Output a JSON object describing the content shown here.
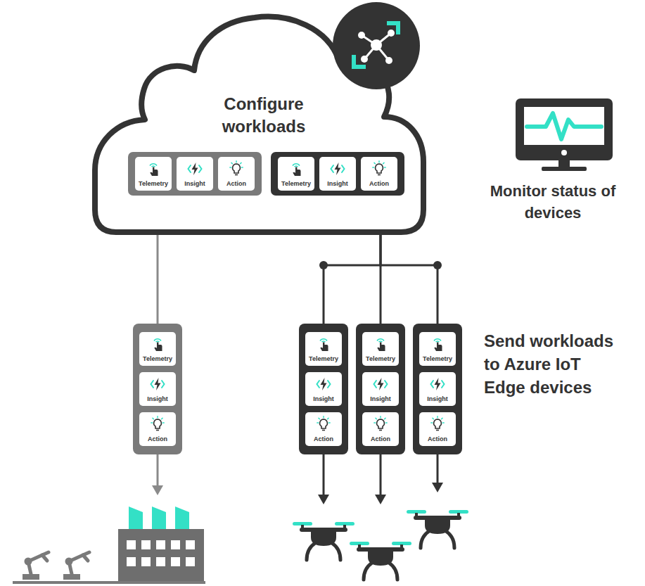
{
  "diagram": {
    "nodes": [
      {
        "text": [
          "Configure workloads"
        ]
      },
      {
        "text": [],
        "in": 0
      },
      {
        "text": [
          "Telemetry"
        ],
        "in": 1
      },
      {
        "text": [
          "Insight"
        ],
        "in": 1
      },
      {
        "text": [
          "Action"
        ],
        "in": 1
      },
      {
        "text": [],
        "in": 0
      },
      {
        "text": [
          "Telemetry"
        ],
        "in": 5
      },
      {
        "text": [
          "Insight"
        ],
        "in": 5
      },
      {
        "text": [
          "Action"
        ],
        "in": 5
      },
      {
        "text": []
      },
      {
        "text": [
          "Telemetry"
        ],
        "in": 9
      },
      {
        "text": [
          "Insight"
        ],
        "in": 9
      },
      {
        "text": [
          "Action"
        ],
        "in": 9
      },
      {
        "text": []
      },
      {
        "text": [
          "Telemetry"
        ],
        "in": 13
      },
      {
        "text": [
          "Insight"
        ],
        "in": 13
      },
      {
        "text": [
          "Action"
        ],
        "in": 13
      },
      {
        "text": []
      },
      {
        "text": [
          "Telemetry"
        ],
        "in": 17
      },
      {
        "text": [
          "Insight"
        ],
        "in": 17
      },
      {
        "text": [
          "Action"
        ],
        "in": 17
      },
      {
        "text": []
      },
      {
        "text": [
          "Telemetry"
        ],
        "in": 21
      },
      {
        "text": [
          "Insight"
        ],
        "in": 21
      },
      {
        "text": [
          "Action"
        ],
        "in": 21
      }
    ],
    "edges": [
      {
        "from": 0,
        "to": 9,
        "arrow": "none"
      },
      {
        "from": 0,
        "to": 13,
        "arrow": "none"
      },
      {
        "from": 0,
        "to": 17,
        "arrow": "none"
      },
      {
        "from": 0,
        "to": 21,
        "arrow": "none"
      }
    ],
    "labels": [
      "Monitor status of devices",
      "Send workloads to Azure IoT Edge devices"
    ]
  }
}
